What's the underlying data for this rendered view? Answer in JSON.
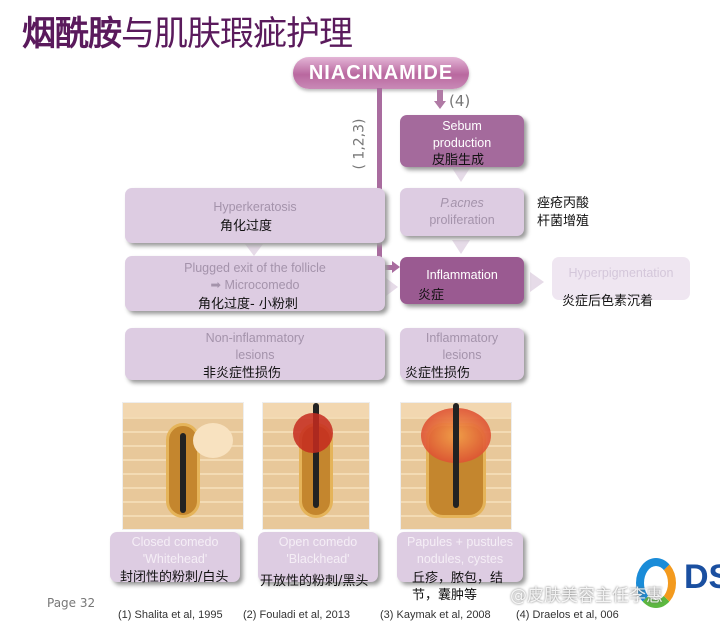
{
  "title": {
    "bold": "烟酰胺",
    "rest": "与肌肤瑕疵护理"
  },
  "niacinamide": "NIACINAMIDE",
  "refs_label_123": "( 1,2,3)",
  "refs_label_4": "(4)",
  "boxes": {
    "sebum": {
      "l1": "Sebum",
      "l2": "production",
      "cn": "皮脂生成"
    },
    "pacnes": {
      "l1": "P.acnes",
      "l2": "proliferation",
      "cn1": "痤疮丙酸",
      "cn2": "杆菌增殖"
    },
    "hyper": {
      "l1": "Hyperkeratosis",
      "cn": "角化过度"
    },
    "plugged": {
      "l1": "Plugged exit of the follicle",
      "l2": "➡ Microcomedo",
      "cn": "角化过度- 小粉刺"
    },
    "inflam": {
      "l1": "Inflammation",
      "cn": "炎症"
    },
    "hyperpig": {
      "l1": "Hyperpigmentation",
      "cn": "炎症后色素沉着"
    },
    "noninf": {
      "l1": "Non-inflammatory",
      "l2": "lesions",
      "cn": "非炎症性损伤"
    },
    "inflles": {
      "l1": "Inflammatory",
      "l2": "lesions",
      "cn": "炎症性损伤"
    },
    "closed": {
      "l1": "Closed comedo",
      "l2": "'Whitehead'",
      "cn": "封闭性的粉刺/白头"
    },
    "open": {
      "l1": "Open comedo",
      "l2": "'Blackhead'",
      "cn": "开放性的粉刺/黑头"
    },
    "papules": {
      "l1": "Papules + pustules",
      "l2": "nodules, cystes",
      "cn1": "丘疹，脓包，结",
      "cn2": "节，囊肿等"
    }
  },
  "footer": {
    "page": "Page 32",
    "refs": [
      "(1)  Shalita et al, 1995",
      "(2)  Fouladi et al, 2013",
      "(3)  Kaymak et al, 2008",
      "(4) Draelos et al, 006"
    ],
    "watermark": "@皮肤美容主任李惠",
    "logo": "DS"
  },
  "colors": {
    "title": "#5a1a5c",
    "dark_box": "#a46a9c",
    "light_box": "#ddcce2"
  }
}
